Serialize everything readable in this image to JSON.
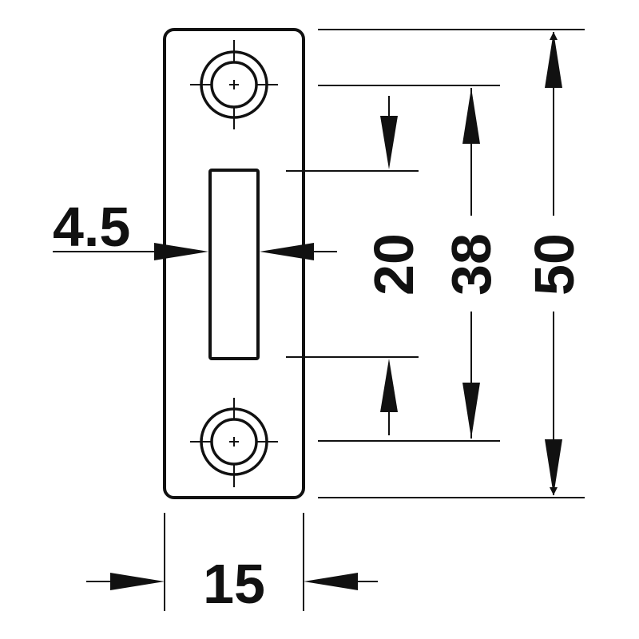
{
  "colors": {
    "line": "#111111",
    "background": "#ffffff"
  },
  "dimensions": {
    "slot_width": "4.5",
    "plate_width": "15",
    "slot_height": "20",
    "hole_spacing": "38",
    "plate_height": "50"
  }
}
